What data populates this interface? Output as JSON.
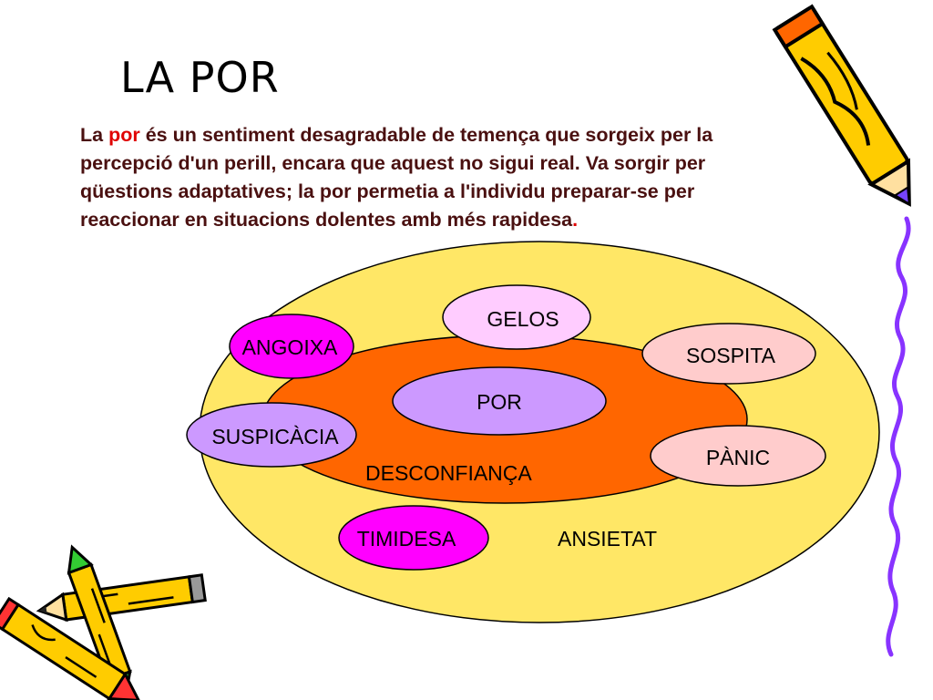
{
  "slide": {
    "title": "LA POR",
    "paragraph": {
      "prefix": "La ",
      "highlight": "por",
      "body": " és un sentiment desagradable de temença que sorgeix per la percepció d'un perill, encara que aquest no sigui real. Va sorgir per qüestions adaptatives; la por permetia a l'individu preparar-se per reaccionar en situacions dolentes amb més rapidesa",
      "end": "."
    }
  },
  "diagram": {
    "outer_label": "ANSIETAT",
    "middle_label": "DESCONFIANÇA",
    "center_label": "POR",
    "bubbles": {
      "gelos": "GELOS",
      "angoixa": "ANGOIXA",
      "sospita": "SOSPITA",
      "suspicacia": "SUSPICÀCIA",
      "panic": "PÀNIC",
      "timidesa": "TIMIDESA"
    }
  },
  "colors": {
    "outer_fill": "#FFE766",
    "middle_fill": "#FF6600",
    "center_fill": "#CC99FF",
    "magenta": "#FF00FF",
    "pink": "#FFCCCC",
    "lavender": "#CC99FF",
    "highlight": "#E00000"
  },
  "decorations": {
    "top_right": "pencil-icon",
    "bottom_left": "crayons-icon",
    "right_edge": "squiggle-line"
  }
}
